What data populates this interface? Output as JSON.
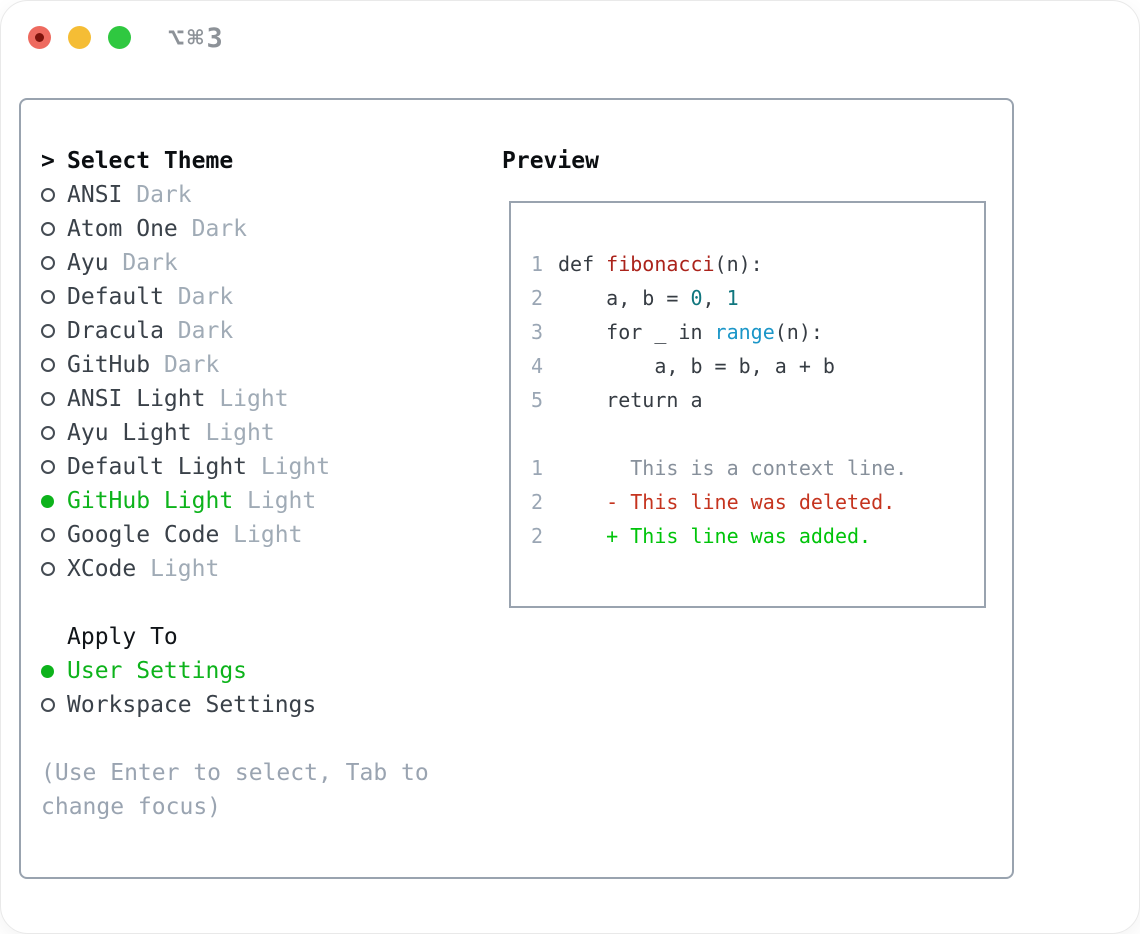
{
  "titlebar": {
    "shortcut": "⌥⌘3",
    "lights": [
      {
        "name": "close",
        "color": "#ee6a5f",
        "inner_dot": "#7e130b"
      },
      {
        "name": "minimize",
        "color": "#f5bd35"
      },
      {
        "name": "maximize",
        "color": "#2fc840"
      }
    ]
  },
  "theme_panel": {
    "header": "Select Theme",
    "cursor": ">",
    "themes": [
      {
        "name": "ANSI",
        "variant": "Dark",
        "selected": false
      },
      {
        "name": "Atom One",
        "variant": "Dark",
        "selected": false
      },
      {
        "name": "Ayu",
        "variant": "Dark",
        "selected": false
      },
      {
        "name": "Default",
        "variant": "Dark",
        "selected": false
      },
      {
        "name": "Dracula",
        "variant": "Dark",
        "selected": false
      },
      {
        "name": "GitHub",
        "variant": "Dark",
        "selected": false
      },
      {
        "name": "ANSI Light",
        "variant": "Light",
        "selected": false
      },
      {
        "name": "Ayu Light",
        "variant": "Light",
        "selected": false
      },
      {
        "name": "Default Light",
        "variant": "Light",
        "selected": false
      },
      {
        "name": "GitHub Light",
        "variant": "Light",
        "selected": true
      },
      {
        "name": "Google Code",
        "variant": "Light",
        "selected": false
      },
      {
        "name": "XCode",
        "variant": "Light",
        "selected": false
      }
    ],
    "apply_to": {
      "header": "Apply To",
      "options": [
        {
          "label": "User Settings",
          "selected": true
        },
        {
          "label": "Workspace Settings",
          "selected": false
        }
      ]
    },
    "help_lines": [
      "(Use Enter to select, Tab to",
      "change focus)"
    ]
  },
  "preview": {
    "header": "Preview",
    "lines": [
      {
        "no": "1",
        "tokens": [
          {
            "c": "plain",
            "t": "def "
          },
          {
            "c": "func",
            "t": "fibonacci"
          },
          {
            "c": "plain",
            "t": "(n):"
          }
        ]
      },
      {
        "no": "2",
        "tokens": [
          {
            "c": "plain",
            "t": "    a, b = "
          },
          {
            "c": "num",
            "t": "0"
          },
          {
            "c": "plain",
            "t": ", "
          },
          {
            "c": "num",
            "t": "1"
          }
        ]
      },
      {
        "no": "3",
        "tokens": [
          {
            "c": "plain",
            "t": "    for _ in "
          },
          {
            "c": "builtin",
            "t": "range"
          },
          {
            "c": "plain",
            "t": "(n):"
          }
        ]
      },
      {
        "no": "4",
        "tokens": [
          {
            "c": "plain",
            "t": "        a, b = b, a + b"
          }
        ]
      },
      {
        "no": "5",
        "tokens": [
          {
            "c": "plain",
            "t": "    return a"
          }
        ]
      },
      {
        "no": "",
        "tokens": []
      },
      {
        "no": "1",
        "tokens": [
          {
            "c": "context",
            "t": "      This is a context line."
          }
        ]
      },
      {
        "no": "2",
        "tokens": [
          {
            "c": "deleted",
            "t": "    - This line was deleted."
          }
        ]
      },
      {
        "no": "2",
        "tokens": [
          {
            "c": "added",
            "t": "    + This line was added."
          }
        ]
      }
    ]
  },
  "colors": {
    "selected_green": "#0db31b",
    "added_green": "#00c40a",
    "deleted_red": "#c5341f",
    "function_red": "#ab231b",
    "number_teal": "#10767e",
    "builtin_blue": "#1b96c8",
    "muted_gray": "#9aa4b1",
    "variant_gray": "#a0abb6",
    "border_gray": "#99a3af",
    "traffic_red": "#ee6a5f",
    "traffic_yellow": "#f5bd35",
    "traffic_green": "#2fc840"
  }
}
